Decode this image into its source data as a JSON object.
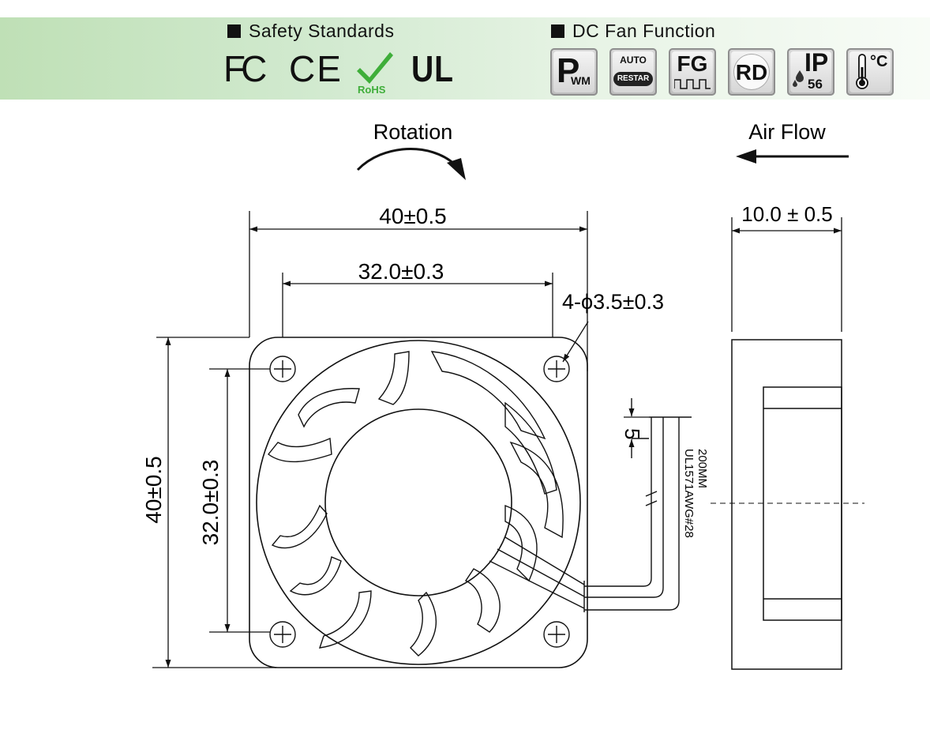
{
  "header": {
    "safety_title": "Safety Standards",
    "dcfan_title": "DC Fan Function",
    "certifications": [
      "FC",
      "CE",
      "RoHS",
      "UL"
    ],
    "functions": [
      {
        "icon": "pwm-icon",
        "label": "PWM"
      },
      {
        "icon": "auto-restart-icon",
        "label_top": "AUTO",
        "label_bottom": "RESTAR"
      },
      {
        "icon": "fg-icon",
        "label": "FG"
      },
      {
        "icon": "rd-icon",
        "label": "RD"
      },
      {
        "icon": "ip56-icon",
        "label_top": "IP",
        "label_bottom": "56"
      },
      {
        "icon": "temperature-icon",
        "label": "°C"
      }
    ]
  },
  "drawing": {
    "rotation_label": "Rotation",
    "airflow_label": "Air Flow",
    "width_outer": "40±0.5",
    "width_holes": "32.0±0.3",
    "hole_spec": "4-ϕ3.5±0.3",
    "height_outer": "40±0.5",
    "height_holes": "32.0±0.3",
    "depth": "10.0 ± 0.5",
    "wire_offset": "5",
    "wire_spec_line1": "UL1571AWG#28",
    "wire_spec_line2": "200MM"
  }
}
